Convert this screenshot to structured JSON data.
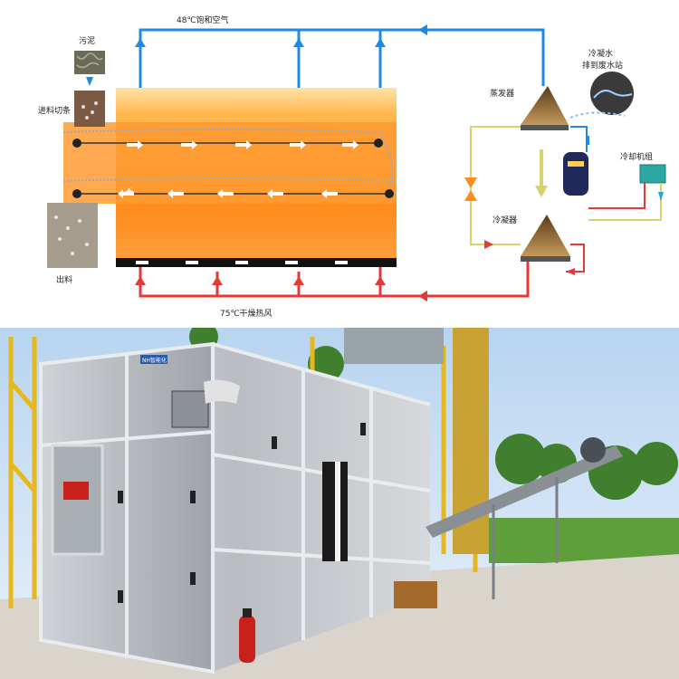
{
  "diagram": {
    "labels": {
      "air_out": "48℃饱和空气",
      "sludge": "污泥",
      "feed": "进料切条",
      "discharge": "出料",
      "evaporator": "蒸发器",
      "condensate_line1": "冷凝水",
      "condensate_line2": "排到废水站",
      "cooling_unit": "冷却机组",
      "condenser": "冷凝器",
      "air_in": "75℃干燥热风"
    },
    "colors": {
      "return_air": "#1e88e5",
      "hot_air": "#e53935",
      "belt_fill_top": "#ff8c1a",
      "belt_fill_bottom": "#ffd07a",
      "coil": "#8b6a3e",
      "cooling_line": "#d7d26b",
      "cooling_blue": "#2e9fd8"
    }
  },
  "photo": {
    "panel_sign_text": "NH智能化",
    "colors": {
      "sky": "#dbe9f7",
      "steel": "#c9cdd2",
      "ground": "#d9d4cc",
      "grass": "#5f9f3b",
      "yellow_scaffold": "#e7b81b",
      "extinguisher": "#c8201b"
    }
  }
}
